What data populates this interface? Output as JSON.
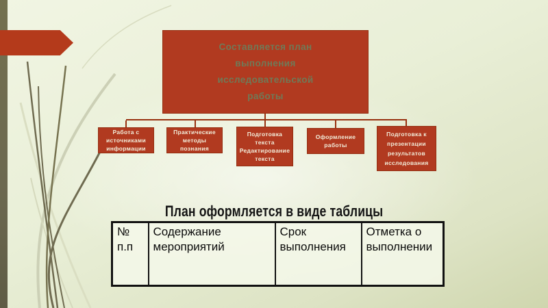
{
  "slide": {
    "flowchart": {
      "root": {
        "text": "Составляется план\nвыполнения\nисследовательской\nработы"
      },
      "children": [
        {
          "text": "Работа с\nисточниками\nинформации"
        },
        {
          "text": "Практические\nметоды\nпознания"
        },
        {
          "text": "Подготовка\nтекста\nРедактирование\nтекста"
        },
        {
          "text": "Оформление\nработы"
        },
        {
          "text": "Подготовка к\nпрезентации\nрезультатов\nисследования"
        }
      ]
    },
    "table_section": {
      "title": "План оформляется в виде таблицы",
      "table": {
        "headers": [
          "№\nп.п",
          "Содержание\nмероприятий",
          "Срок\nвыполнения",
          "Отметка о\nвыполнении"
        ],
        "rows": [
          [
            "",
            "",
            "",
            ""
          ]
        ]
      }
    },
    "colors": {
      "accent_red": "#b13a20",
      "arrow_red": "#b43a1b",
      "connector_red": "#97300f",
      "left_bar_olive": "#6c6950",
      "root_text": "#6f7a58",
      "child_text": "#f2edda",
      "background_light": "#edf2dc",
      "background_dark": "#d0d7b0",
      "table_border": "#101010"
    }
  }
}
